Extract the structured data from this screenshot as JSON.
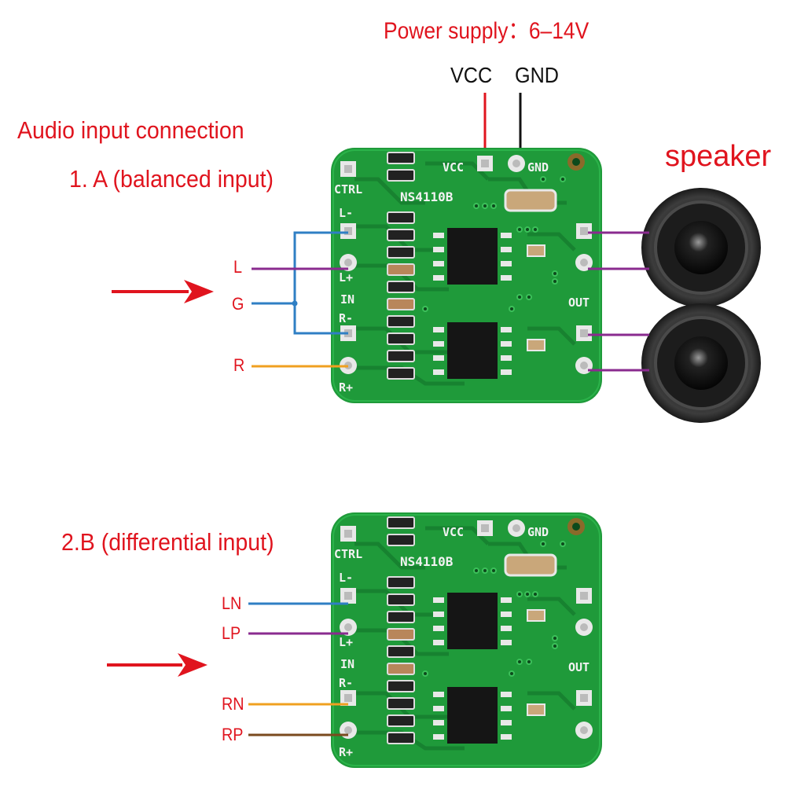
{
  "power": {
    "title": "Power supply：6–14V",
    "vcc": "VCC",
    "gnd": "GND"
  },
  "audio_title": "Audio input connection",
  "option_a": {
    "title": "1. A (balanced input)",
    "pins": [
      "L",
      "G",
      "R"
    ]
  },
  "option_b": {
    "title": "2.B (differential input)",
    "pins": [
      "LN",
      "LP",
      "RN",
      "RP"
    ]
  },
  "speaker_label": "speaker",
  "board": {
    "chip": "NS4110B",
    "silk_vcc": "VCC",
    "silk_gnd": "GND",
    "silk_ctrl": "CTRL",
    "silk_in": "IN",
    "silk_out": "OUT",
    "silk_lm": "L-",
    "silk_lp": "L+",
    "silk_rm": "R-",
    "silk_rp": "R+"
  },
  "colors": {
    "text_red": "#e0141e",
    "pcb_green": "#1f9a3a",
    "wire_blue": "#2f7fc4",
    "wire_purple": "#8a2b8f",
    "wire_orange": "#f0a020",
    "wire_brown": "#7a4a1e",
    "power_red": "#e0141e"
  }
}
